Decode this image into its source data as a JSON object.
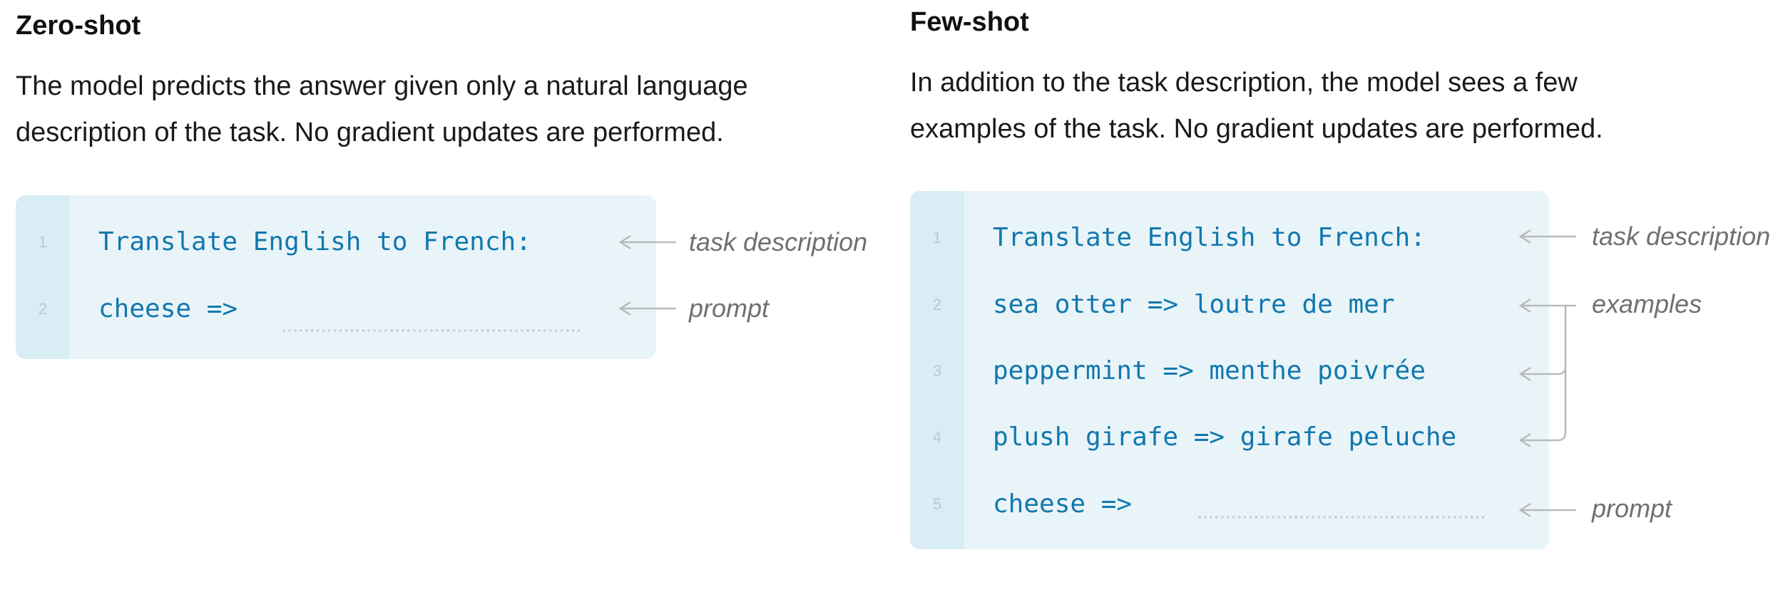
{
  "zero_shot": {
    "title": "Zero-shot",
    "description_lines": [
      "The model predicts the answer given only a natural language",
      "description of the task. No gradient updates are performed."
    ],
    "code_lines": [
      {
        "num": "1",
        "text": "Translate English to French:"
      },
      {
        "num": "2",
        "text": "cheese =>"
      }
    ],
    "annotations": {
      "task_description": "task description",
      "prompt": "prompt"
    }
  },
  "few_shot": {
    "title": "Few-shot",
    "description_lines": [
      "In addition to the task description, the model sees a few",
      "examples of the task. No gradient updates are performed."
    ],
    "code_lines": [
      {
        "num": "1",
        "text": "Translate English to French:"
      },
      {
        "num": "2",
        "text": "sea otter => loutre de mer"
      },
      {
        "num": "3",
        "text": "peppermint => menthe poivrée"
      },
      {
        "num": "4",
        "text": "plush girafe => girafe peluche"
      },
      {
        "num": "5",
        "text": "cheese =>"
      }
    ],
    "annotations": {
      "task_description": "task description",
      "examples": "examples",
      "prompt": "prompt"
    }
  },
  "colors": {
    "code_text": "#1178ad",
    "code_background": "#e9f4f9",
    "gutter_background": "#d9edf5",
    "annotation_text": "#707070",
    "arrow": "#b9b9b9"
  }
}
